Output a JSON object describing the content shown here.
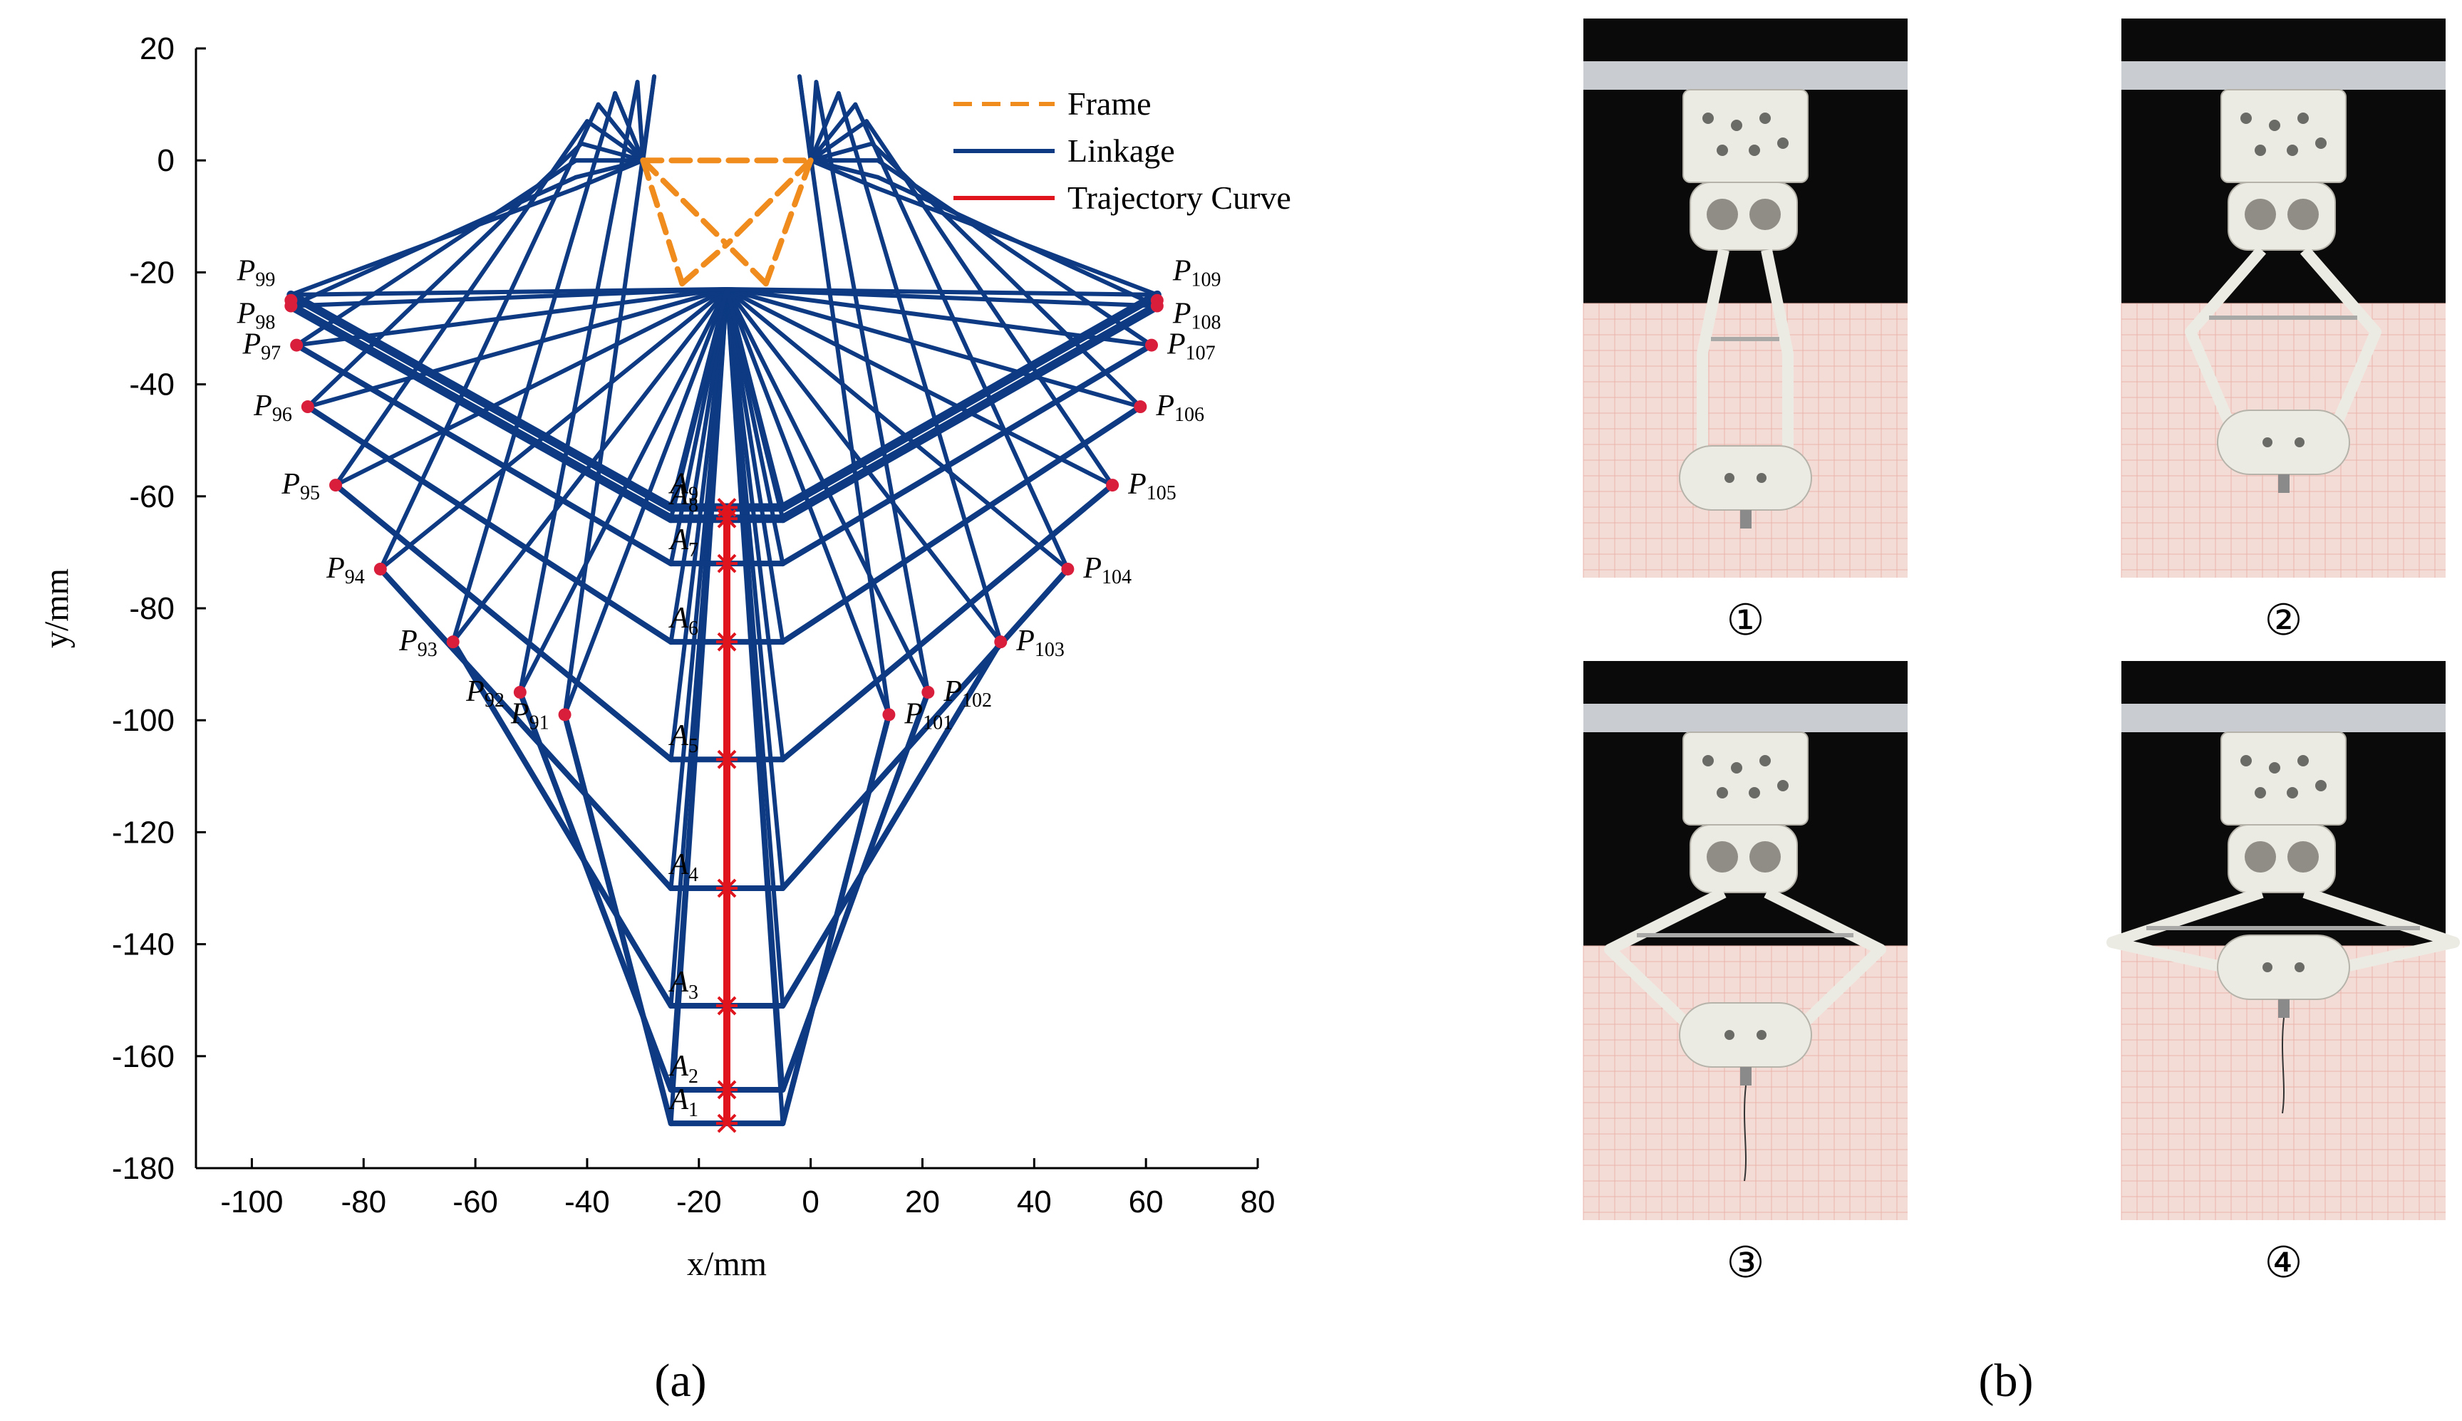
{
  "panel_labels": {
    "a": "(a)",
    "b": "(b)"
  },
  "chart_data": {
    "type": "line",
    "title": "",
    "xlabel": "x/mm",
    "ylabel": "y/mm",
    "xlim": [
      -110,
      80
    ],
    "ylim": [
      -180,
      20
    ],
    "xticks": [
      -100,
      -80,
      -60,
      -40,
      -20,
      0,
      20,
      40,
      60,
      80
    ],
    "yticks": [
      20,
      0,
      -20,
      -40,
      -60,
      -80,
      -100,
      -120,
      -140,
      -160,
      -180
    ],
    "grid": false,
    "legend_position": "top-right",
    "colors": {
      "frame": "#f08c1e",
      "linkage": "#0d3a82",
      "trajectory": "#e0141c",
      "point": "#d91e3c"
    },
    "series": [
      {
        "name": "Frame",
        "style": "dashed",
        "segments": [
          [
            [
              -30,
              0
            ],
            [
              0,
              0
            ]
          ],
          [
            [
              -30,
              0
            ],
            [
              -15,
              -15
            ]
          ],
          [
            [
              0,
              0
            ],
            [
              -15,
              -15
            ]
          ],
          [
            [
              -30,
              0
            ],
            [
              -23,
              -22
            ]
          ],
          [
            [
              0,
              0
            ],
            [
              -8,
              -22
            ]
          ],
          [
            [
              -23,
              -22
            ],
            [
              -15,
              -15
            ]
          ],
          [
            [
              -8,
              -22
            ],
            [
              -15,
              -15
            ]
          ]
        ]
      },
      {
        "name": "Linkage",
        "style": "solid",
        "hub": [
          -15,
          -23
        ],
        "left_pivots": [
          [
            -30,
            0
          ],
          [
            -20,
            8
          ]
        ],
        "right_pivots": [
          [
            0,
            0
          ],
          [
            -10,
            8
          ]
        ],
        "frames": [
          {
            "a": [
              -15,
              -172
            ],
            "left_joint": [
              -44,
              -99
            ],
            "right_joint": [
              14,
              -99
            ],
            "arm_top": [
              -28,
              15
            ],
            "arm_top_r": [
              -2,
              15
            ]
          },
          {
            "a": [
              -15,
              -166
            ],
            "left_joint": [
              -52,
              -95
            ],
            "right_joint": [
              21,
              -95
            ],
            "arm_top": [
              -31,
              14
            ],
            "arm_top_r": [
              1,
              14
            ]
          },
          {
            "a": [
              -15,
              -151
            ],
            "left_joint": [
              -64,
              -86
            ],
            "right_joint": [
              34,
              -86
            ],
            "arm_top": [
              -35,
              12
            ],
            "arm_top_r": [
              5,
              12
            ]
          },
          {
            "a": [
              -15,
              -130
            ],
            "left_joint": [
              -77,
              -73
            ],
            "right_joint": [
              46,
              -73
            ],
            "arm_top": [
              -38,
              10
            ],
            "arm_top_r": [
              8,
              10
            ]
          },
          {
            "a": [
              -15,
              -107
            ],
            "left_joint": [
              -85,
              -58
            ],
            "right_joint": [
              54,
              -58
            ],
            "arm_top": [
              -40,
              7
            ],
            "arm_top_r": [
              10,
              7
            ]
          },
          {
            "a": [
              -15,
              -86
            ],
            "left_joint": [
              -90,
              -44
            ],
            "right_joint": [
              59,
              -44
            ],
            "arm_top": [
              -41,
              3
            ],
            "arm_top_r": [
              11,
              3
            ]
          },
          {
            "a": [
              -15,
              -72
            ],
            "left_joint": [
              -92,
              -33
            ],
            "right_joint": [
              61,
              -33
            ],
            "arm_top": [
              -42,
              0
            ],
            "arm_top_r": [
              12,
              0
            ]
          },
          {
            "a": [
              -15,
              -64
            ],
            "left_joint": [
              -93,
              -26
            ],
            "right_joint": [
              62,
              -26
            ],
            "arm_top": [
              -42,
              -3
            ],
            "arm_top_r": [
              12,
              -3
            ]
          },
          {
            "a": [
              -15,
              -62
            ],
            "left_joint": [
              -93,
              -24
            ],
            "right_joint": [
              62,
              -24
            ],
            "arm_top": [
              -42,
              -5
            ],
            "arm_top_r": [
              12,
              -5
            ]
          }
        ]
      },
      {
        "name": "Trajectory Curve",
        "style": "solid",
        "x": [
          -15,
          -15,
          -15,
          -15,
          -15,
          -15,
          -15,
          -15,
          -15
        ],
        "y": [
          -172,
          -166,
          -151,
          -130,
          -107,
          -86,
          -72,
          -64,
          -62
        ]
      }
    ],
    "labeled_points": [
      {
        "label": "P",
        "sub": "91",
        "x": -44,
        "y": -99
      },
      {
        "label": "P",
        "sub": "92",
        "x": -52,
        "y": -95
      },
      {
        "label": "P",
        "sub": "93",
        "x": -64,
        "y": -86
      },
      {
        "label": "P",
        "sub": "94",
        "x": -77,
        "y": -73
      },
      {
        "label": "P",
        "sub": "95",
        "x": -85,
        "y": -58
      },
      {
        "label": "P",
        "sub": "96",
        "x": -90,
        "y": -44
      },
      {
        "label": "P",
        "sub": "97",
        "x": -92,
        "y": -33
      },
      {
        "label": "P",
        "sub": "98",
        "x": -93,
        "y": -26
      },
      {
        "label": "P",
        "sub": "99",
        "x": -93,
        "y": -25
      },
      {
        "label": "P",
        "sub": "101",
        "x": 14,
        "y": -99
      },
      {
        "label": "P",
        "sub": "102",
        "x": 21,
        "y": -95
      },
      {
        "label": "P",
        "sub": "103",
        "x": 34,
        "y": -86
      },
      {
        "label": "P",
        "sub": "104",
        "x": 46,
        "y": -73
      },
      {
        "label": "P",
        "sub": "105",
        "x": 54,
        "y": -58
      },
      {
        "label": "P",
        "sub": "106",
        "x": 59,
        "y": -44
      },
      {
        "label": "P",
        "sub": "107",
        "x": 61,
        "y": -33
      },
      {
        "label": "P",
        "sub": "108",
        "x": 62,
        "y": -26
      },
      {
        "label": "P",
        "sub": "109",
        "x": 62,
        "y": -25
      }
    ],
    "a_points": [
      {
        "label": "A",
        "sub": "1",
        "y": -172
      },
      {
        "label": "A",
        "sub": "2",
        "y": -166
      },
      {
        "label": "A",
        "sub": "3",
        "y": -151
      },
      {
        "label": "A",
        "sub": "4",
        "y": -130
      },
      {
        "label": "A",
        "sub": "5",
        "y": -107
      },
      {
        "label": "A",
        "sub": "6",
        "y": -86
      },
      {
        "label": "A",
        "sub": "7",
        "y": -72
      },
      {
        "label": "A",
        "sub": "8",
        "y": -64
      },
      {
        "label": "A",
        "sub": "9",
        "y": -62
      }
    ]
  },
  "photos": {
    "captions": [
      "①",
      "②",
      "③",
      "④"
    ],
    "colors": {
      "background": "#0a0a0a",
      "rail": "#c9ccd0",
      "gripper": "#ecebe3",
      "paper": "#f4dcd6",
      "grid": "#e8b5ac",
      "needle": "#8a8a8a"
    }
  }
}
